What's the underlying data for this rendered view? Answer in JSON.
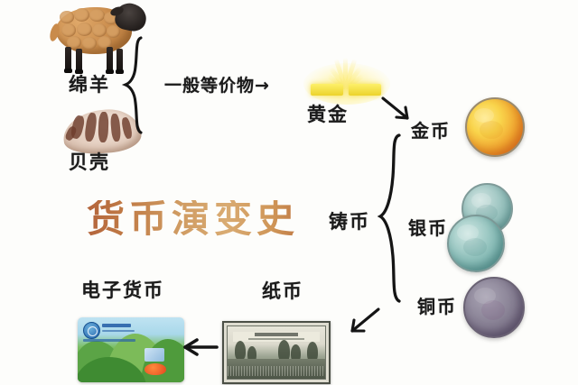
{
  "title": "货币演变史",
  "title_color_start": "#b4653c",
  "title_color_end": "#d9ab72",
  "background": "#fdfdfb",
  "labels": {
    "sheep": "绵羊",
    "shell": "贝壳",
    "general_equivalent": "一般等价物→",
    "gold": "黄金",
    "gold_coin": "金币",
    "minted_coin": "铸币",
    "silver_coin": "银币",
    "copper_coin": "铜币",
    "paper_money": "纸币",
    "electronic_money": "电子货币"
  },
  "flow": [
    {
      "from": "绵羊",
      "to": "一般等价物",
      "connector": "left-brace"
    },
    {
      "from": "贝壳",
      "to": "一般等价物",
      "connector": "left-brace"
    },
    {
      "from": "一般等价物",
      "to": "黄金",
      "connector": "arrow-right"
    },
    {
      "from": "黄金",
      "to": "金币",
      "connector": "arrow-down-right"
    },
    {
      "from": "铸币",
      "to": "金币 / 银币 / 铜币",
      "connector": "right-brace"
    },
    {
      "from": "铸币",
      "to": "纸币",
      "connector": "arrow-down-left"
    },
    {
      "from": "纸币",
      "to": "电子货币",
      "connector": "arrow-left"
    }
  ],
  "illustrations": {
    "sheep": "sheep-illustration",
    "shell": "cowrie-shell-illustration",
    "gold_ingot": "glowing-gold-bar-illustration",
    "gold_coin": "gold-coin-illustration",
    "silver_coins": "silver-coins-illustration",
    "copper_coin": "copper-coin-illustration",
    "banknote": "old-banknote-illustration",
    "bank_card": "bank-card-illustration"
  }
}
